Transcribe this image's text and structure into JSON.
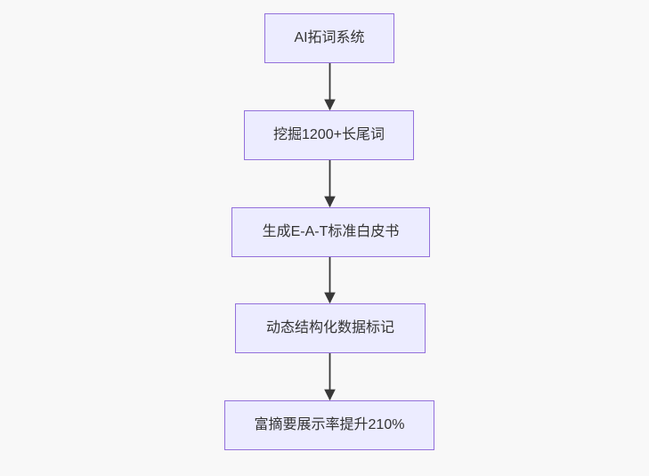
{
  "diagram": {
    "type": "flowchart-top-down",
    "colors": {
      "background": "#f8f8f8",
      "node_fill": "#ececff",
      "node_border": "#9370db",
      "arrow": "#383838",
      "text": "#333333"
    },
    "nodes": [
      {
        "label": "AI拓词系统"
      },
      {
        "label": "挖掘1200+长尾词"
      },
      {
        "label": "生成E-A-T标准白皮书"
      },
      {
        "label": "动态结构化数据标记"
      },
      {
        "label": "富摘要展示率提升210%"
      }
    ],
    "edges": [
      {
        "from": 0,
        "to": 1
      },
      {
        "from": 1,
        "to": 2
      },
      {
        "from": 2,
        "to": 3
      },
      {
        "from": 3,
        "to": 4
      }
    ]
  }
}
